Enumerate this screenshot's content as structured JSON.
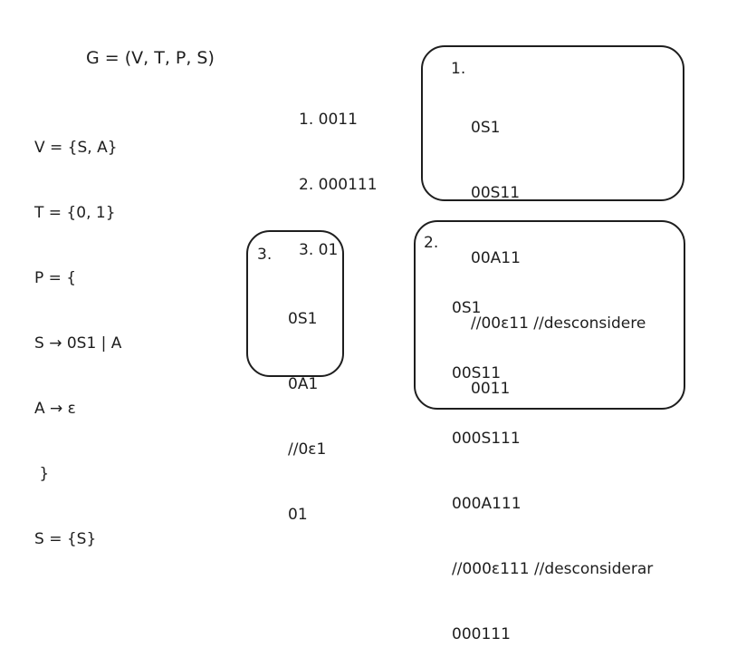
{
  "grammar": {
    "title": "G = (V, T, P, S)",
    "lines": [
      "V = {S, A}",
      "T = {0, 1}",
      "P = {",
      "S → 0S1 | A",
      "A → ε",
      " }",
      "S = {S}"
    ]
  },
  "words": [
    "1. 0011",
    "2. 000111",
    "3. 01"
  ],
  "derivations": [
    {
      "label": "1.",
      "steps": [
        "0S1",
        "00S11",
        "00A11",
        "//00ε11 //desconsidere",
        "0011"
      ]
    },
    {
      "label": "2.",
      "steps": [
        "0S1",
        "00S11",
        "000S111",
        "000A111",
        "//000ε111 //desconsiderar",
        "000111"
      ]
    },
    {
      "label": "3.",
      "steps": [
        "0S1",
        "0A1",
        "//0ε1",
        "01"
      ]
    }
  ]
}
